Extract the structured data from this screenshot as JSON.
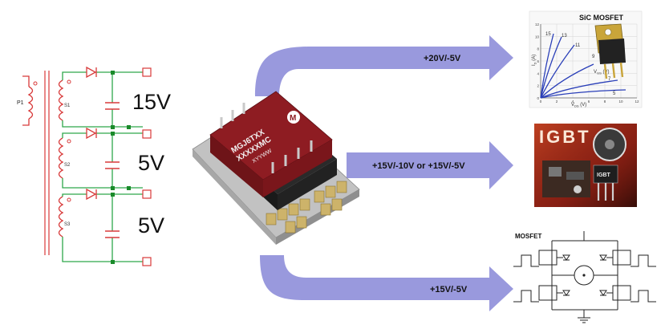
{
  "transformer": {
    "primary_label": "P1",
    "secondary_labels": [
      "S1",
      "S2",
      "S3"
    ]
  },
  "outputs": {
    "voltages": [
      "15V",
      "5V",
      "5V"
    ]
  },
  "module": {
    "marking_lines": [
      "MGJ6TXX",
      "XXXXXMC",
      "XYYWW"
    ],
    "logo_glyph": "M"
  },
  "arrows": {
    "top_label": "+20V/-5V",
    "middle_label": "+15V/-10V or +15V/-5V",
    "bottom_label": "+15V/-5V"
  },
  "sic_panel": {
    "title": "SiC MOSFET",
    "y_axis_label": "I",
    "y_axis_sub": "D",
    "y_axis_unit": " (A)",
    "x_axis_label": "V",
    "x_axis_sub": "DS",
    "x_axis_unit": " (V)",
    "x_axis_label_inset": "V",
    "x_axis_sub_inset": "GS",
    "x_axis_unit_inset": " (V)",
    "curve_labels": [
      "15",
      "13",
      "11",
      "9",
      "7",
      "5"
    ],
    "y_ticks": [
      "12",
      "10",
      "8",
      "6",
      "4",
      "2",
      "0"
    ],
    "x_ticks": [
      "0",
      "2",
      "4",
      "6",
      "8",
      "10",
      "12"
    ]
  },
  "igbt_panel": {
    "title": "IGBT",
    "device_label": "IGBT"
  },
  "mosfet_panel": {
    "title": "MOSFET"
  },
  "colors": {
    "arrow_fill": "#9999dd",
    "wire_green": "#2ea84a",
    "wire_red": "#d83a3a",
    "module_red": "#8e1c22",
    "node_dot": "#1a8a2a"
  }
}
